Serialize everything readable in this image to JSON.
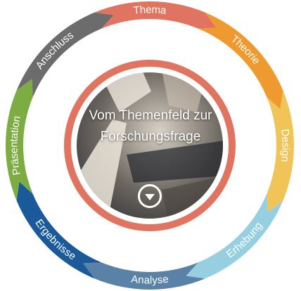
{
  "center": {
    "title_line1": "Vom Themenfeld zur",
    "title_line2": "Forschungsfrage",
    "button_icon": "triangle-down-icon"
  },
  "segments": [
    {
      "label": "Thema",
      "color": "#e07460"
    },
    {
      "label": "Theorie",
      "color": "#ee9a2e"
    },
    {
      "label": "Design",
      "color": "#f0c456"
    },
    {
      "label": "Erhebung",
      "color": "#96d0e0"
    },
    {
      "label": "Analyse",
      "color": "#5a82a7"
    },
    {
      "label": "Ergebnisse",
      "color": "#1a5a9b"
    },
    {
      "label": "Präsentation",
      "color": "#7cac42"
    },
    {
      "label": "Anschluss",
      "color": "#6c6c6c"
    }
  ],
  "colors": {
    "inner_ring": "#e07460",
    "photo_dark": "#2b2d33",
    "photo_mid": "#6c6660",
    "photo_light": "#d8d2c6"
  }
}
